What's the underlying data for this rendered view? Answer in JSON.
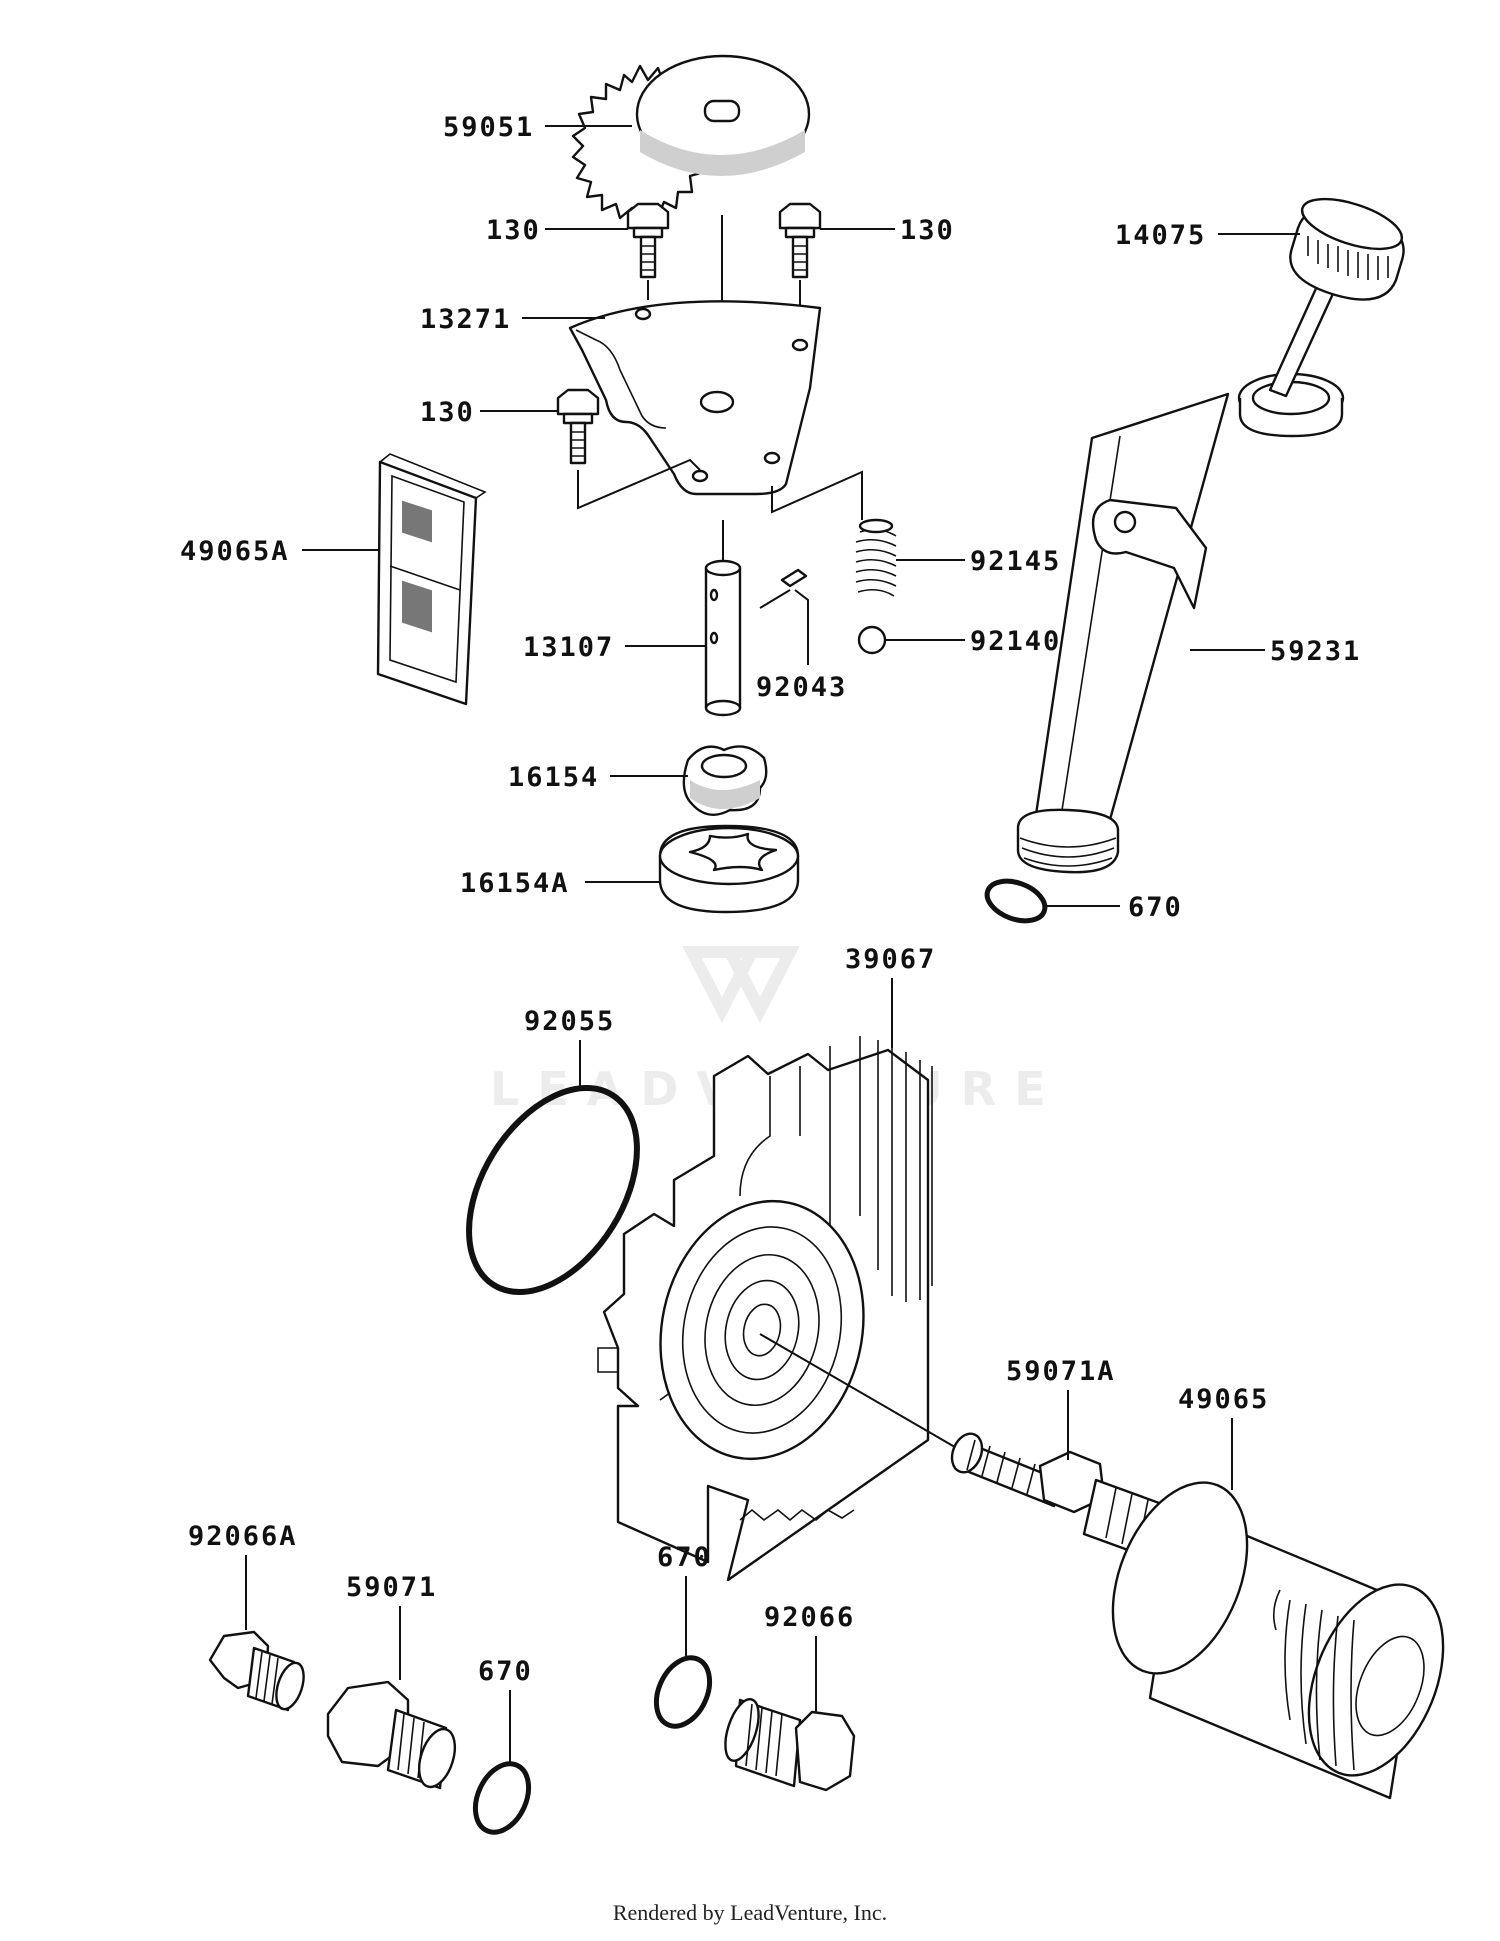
{
  "footer": "Rendered by LeadVenture, Inc.",
  "watermark": "LEADVENTURE",
  "labels": {
    "p59051": "59051",
    "p130a": "130",
    "p130b": "130",
    "p130c": "130",
    "p13271": "13271",
    "p14075": "14075",
    "p49065A": "49065A",
    "p92145": "92145",
    "p92140": "92140",
    "p13107": "13107",
    "p92043": "92043",
    "p59231": "59231",
    "p16154": "16154",
    "p16154A": "16154A",
    "p670a": "670",
    "p39067": "39067",
    "p92055": "92055",
    "p59071A": "59071A",
    "p49065": "49065",
    "p92066A": "92066A",
    "p670b": "670",
    "p59071": "59071",
    "p670c": "670",
    "p92066": "92066"
  }
}
